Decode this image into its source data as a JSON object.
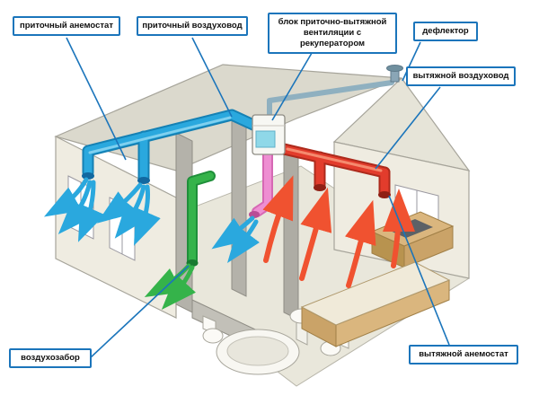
{
  "diagram": {
    "type": "house-ventilation-scheme",
    "labels": {
      "supply_anemostat": "приточный анемостат",
      "supply_duct": "приточный воздуховод",
      "ahu_unit": "блок приточно-вытяжной вентиляции с рекуператором",
      "deflector": "дефлектор",
      "exhaust_duct": "вытяжной воздуховод",
      "air_intake": "воздухозабор",
      "exhaust_anemostat": "вытяжной анемостат"
    },
    "colors": {
      "label_border": "#1b75bb",
      "leader_line": "#1b75bb",
      "supply_air_blue": "#2aa8de",
      "exhaust_air_red": "#e23c2c",
      "exhaust_arrow_orange": "#f05230",
      "intake_air_green": "#35b34a",
      "recuperator_duct_pink": "#ee8ed2",
      "house_wall": "#efece1",
      "roof": "#dbd9cd",
      "cabinet_tan": "#dab67e"
    }
  }
}
